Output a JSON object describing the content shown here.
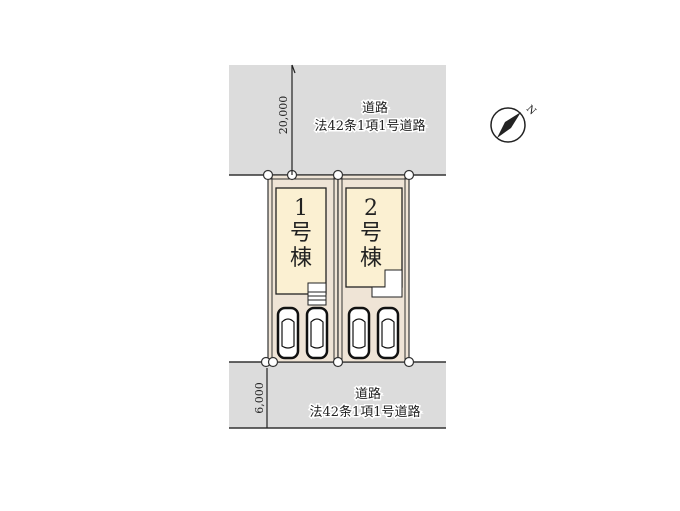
{
  "top_road": {
    "label": "道路",
    "law": "法42条1項1号道路",
    "width_dim": "20,000"
  },
  "bottom_road": {
    "label": "道路",
    "law": "法42条1項1号道路",
    "width_dim": "6,000"
  },
  "lots": [
    {
      "num": "1",
      "suffix1": "号",
      "suffix2": "棟"
    },
    {
      "num": "2",
      "suffix1": "号",
      "suffix2": "棟"
    }
  ],
  "compass": {
    "label": "N"
  },
  "colors": {
    "road": "#dcdcdc",
    "lot": "#efe4d6",
    "house": "#fbf0d2"
  }
}
